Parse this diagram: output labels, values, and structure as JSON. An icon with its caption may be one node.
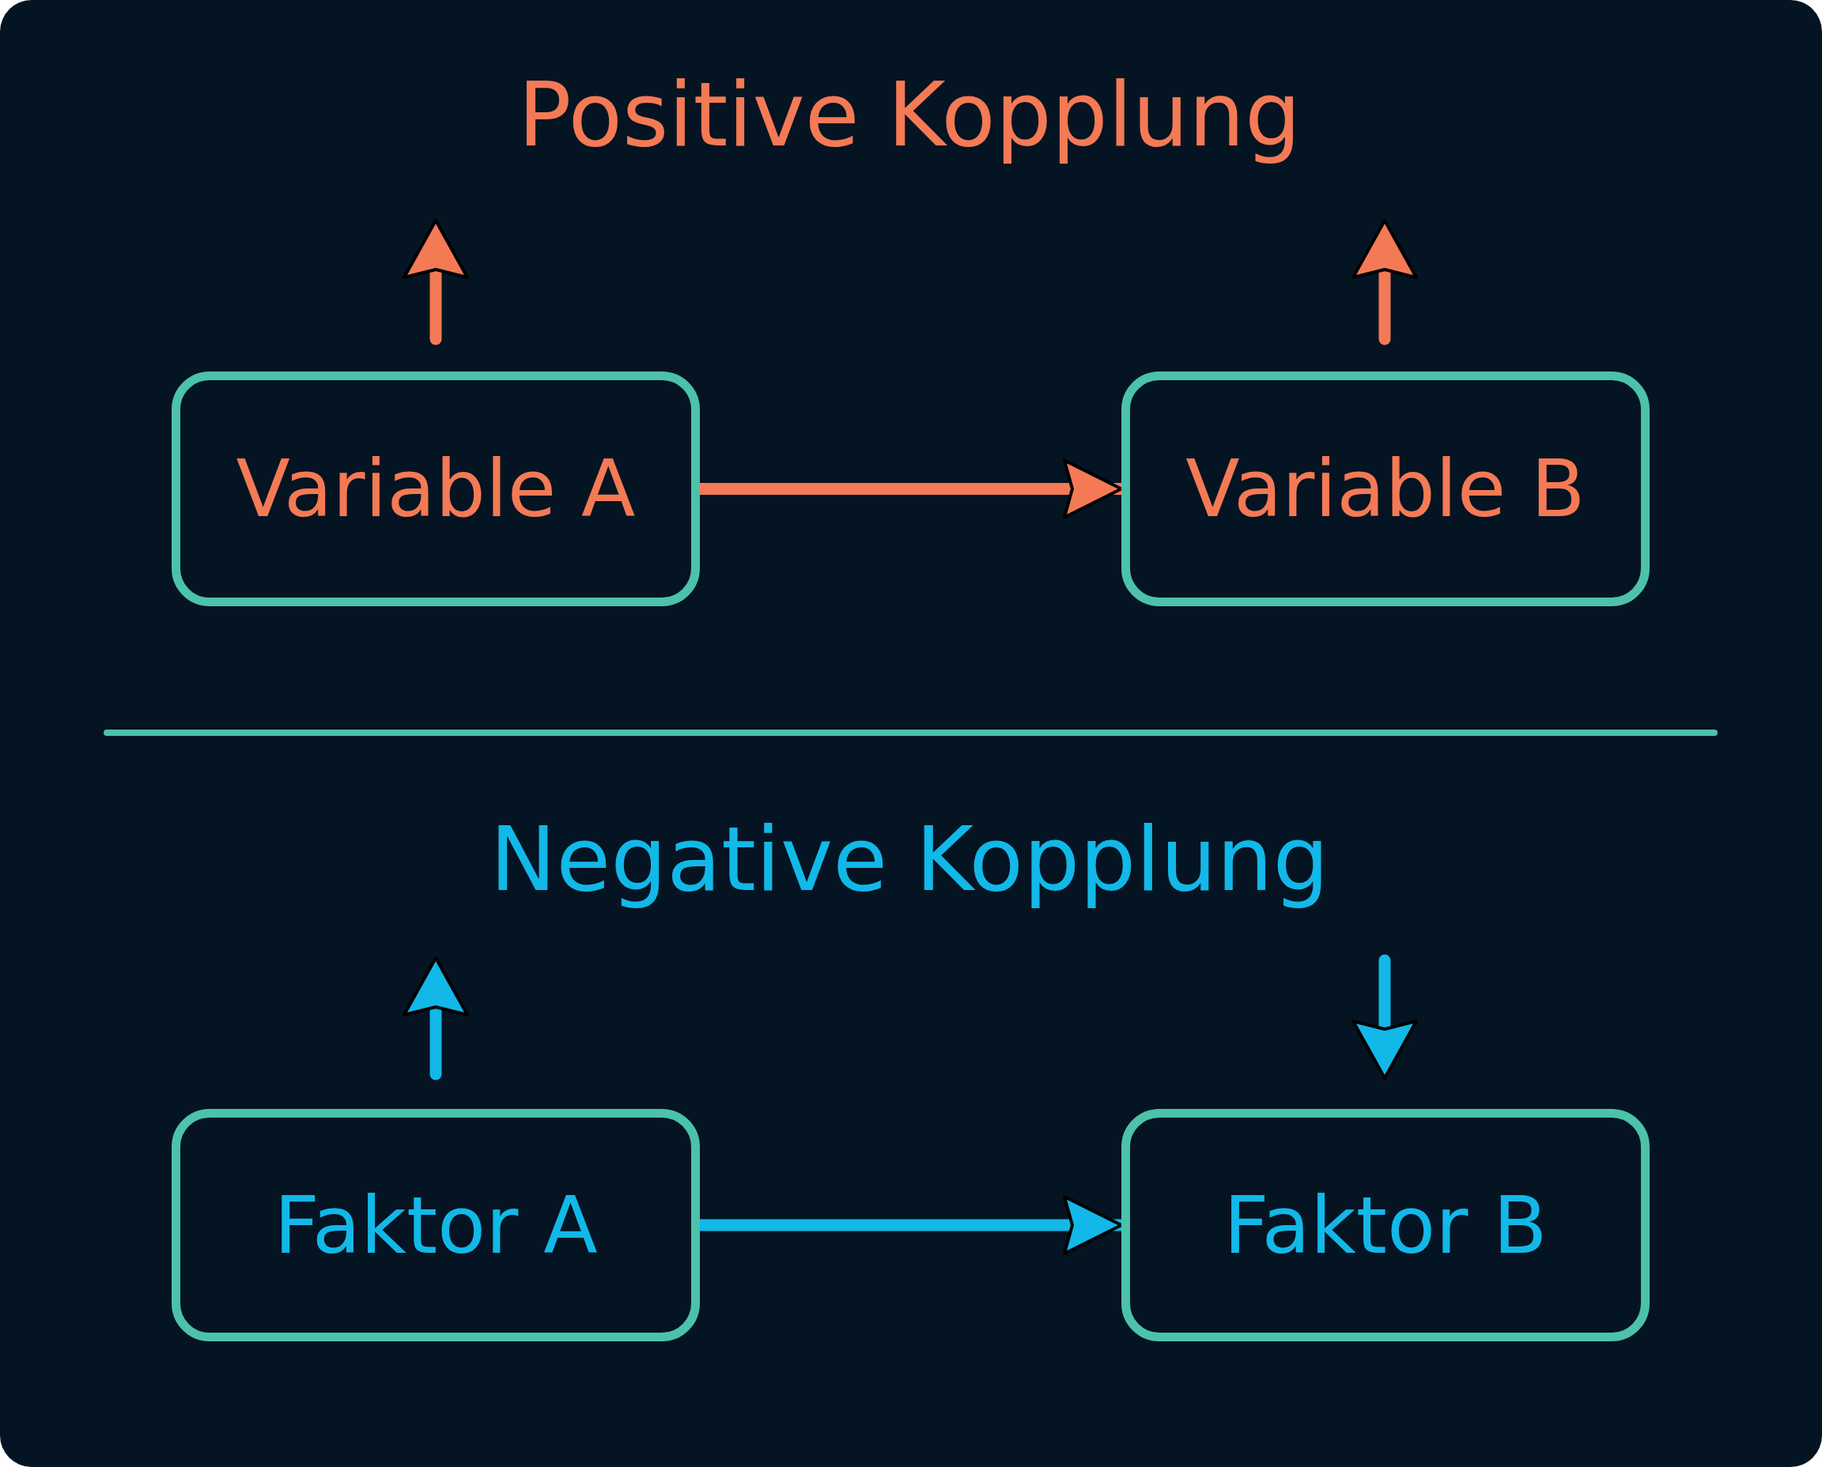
{
  "diagram": {
    "nodes": [
      {
        "text": [
          "Variable A"
        ]
      },
      {
        "text": [
          "Variable B"
        ]
      },
      {
        "text": [
          "Faktor A"
        ]
      },
      {
        "text": [
          "Faktor B"
        ]
      }
    ],
    "edges": [
      {
        "from": 0,
        "to": 1,
        "arrow": "to",
        "color": "#f47a55"
      },
      {
        "from": 2,
        "to": 3,
        "arrow": "to",
        "color": "#12b8e8"
      }
    ],
    "labels": [
      "Positive Kopplung",
      "Negative Kopplung"
    ]
  }
}
